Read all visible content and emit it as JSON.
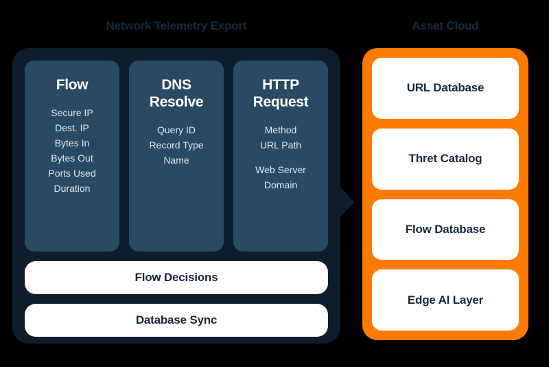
{
  "diagram": {
    "background_color": "#000000",
    "accent_colors": {
      "panel_dark": "#0d1d2b",
      "card_slate": "#2a4a63",
      "panel_orange": "#FF7A00",
      "text_dark": "#16293c",
      "card_white": "#ffffff"
    },
    "left_section": {
      "heading": "Network Telemetry Export",
      "columns": [
        {
          "title": "Flow",
          "fields": [
            "Secure IP",
            "Dest. IP",
            "Bytes In",
            "Bytes Out",
            "Ports Used",
            "Duration"
          ]
        },
        {
          "title": "DNS Resolve",
          "fields": [
            "Query ID",
            "Record Type",
            "Name"
          ]
        },
        {
          "title": "HTTP Request",
          "fields": [
            "Method",
            "URL Path",
            "Web Server Domain"
          ]
        }
      ],
      "bars": [
        "Flow Decisions",
        "Database Sync"
      ]
    },
    "right_section": {
      "heading": "Asset Cloud",
      "cards": [
        "URL Database",
        "Thret Catalog",
        "Flow Database",
        "Edge AI Layer"
      ]
    }
  }
}
